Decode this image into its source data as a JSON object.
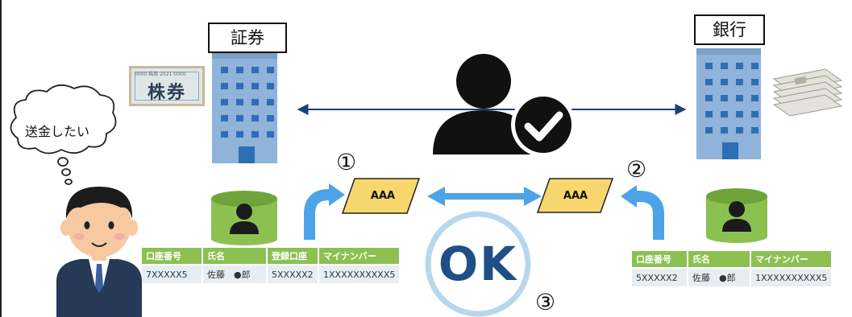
{
  "securities_label": "証券",
  "bank_label": "銀行",
  "stock_certificate": {
    "text": "株券",
    "tiny_text": "0000 株券 2021 0000"
  },
  "thought_bubble": "送金したい",
  "markers": {
    "one": "①",
    "two": "②",
    "three": "③"
  },
  "records": {
    "left": "AAA",
    "right": "AAA"
  },
  "ok_text": "OK",
  "left_table": {
    "headers": [
      "口座番号",
      "氏名",
      "登録口座",
      "マイナンバー"
    ],
    "row": [
      "7XXXXX5",
      "佐藤　●郎",
      "5XXXXX2",
      "1XXXXXXXXXX5"
    ]
  },
  "right_table": {
    "headers": [
      "口座番号",
      "氏名",
      "マイナンバー"
    ],
    "row": [
      "5XXXXX2",
      "佐藤　●郎",
      "1XXXXXXXXXX5"
    ]
  },
  "colors": {
    "building": "#8fb3d9",
    "window": "#2c6fb5",
    "db_green": "#8cc152",
    "arrow_blue": "#4da3e8",
    "ok_ring": "#b8d7ec",
    "ok_text": "#1f4f86",
    "record_fill": "#f7d66e",
    "table_header": "#8cc152",
    "table_cell": "#e7eef3",
    "suit": "#263a57",
    "skin": "#f6c9a0"
  }
}
